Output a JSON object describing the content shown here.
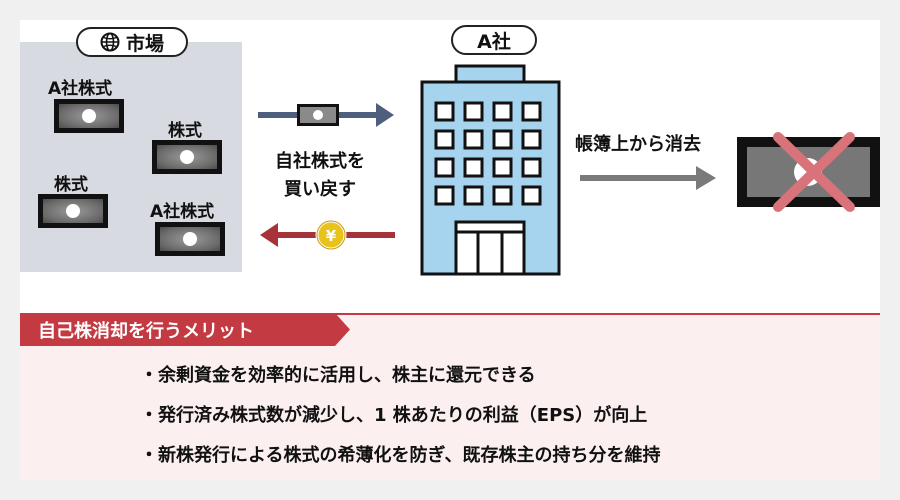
{
  "market": {
    "label": "市場"
  },
  "company": {
    "label": "A社"
  },
  "stocks": [
    {
      "label": "A社株式"
    },
    {
      "label": "株式"
    },
    {
      "label": "株式"
    },
    {
      "label": "A社株式"
    }
  ],
  "buyback": {
    "line1": "自社株式を",
    "line2": "買い戻す",
    "coin_symbol": "¥"
  },
  "cancel": {
    "label": "帳簿上から消去"
  },
  "merit": {
    "title": "自己株消却を行うメリット",
    "items": [
      "余剰資金を効率的に活用し、株主に還元できる",
      "発行済み株式数が減少し、1 株あたりの利益（EPS）が向上",
      "新株発行による株式の希薄化を防ぎ、既存株主の持ち分を維持"
    ],
    "bullet": "・"
  },
  "colors": {
    "accent": "#c43a43",
    "building": "#a6d4ef",
    "arrow_blue": "#4e5f7e",
    "arrow_red": "#a8323a",
    "arrow_gray": "#7a7a7a",
    "cross": "#d9737a",
    "coin": "#e9c21a"
  }
}
